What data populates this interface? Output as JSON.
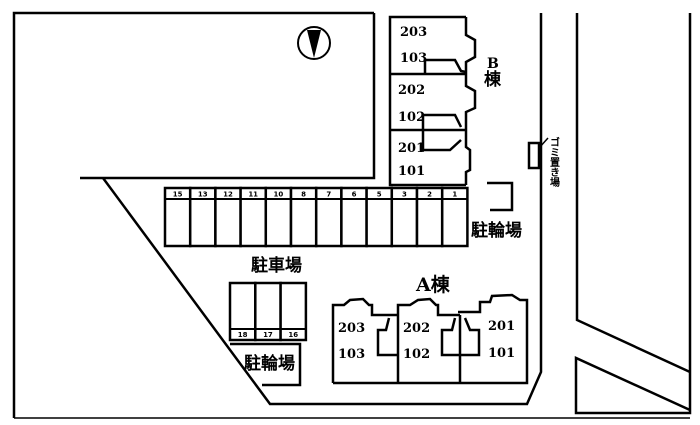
{
  "labels": {
    "parking": "駐車場",
    "bike_parking_b": "駐輪場",
    "bike_parking_a": "駐輪場",
    "building_a": "A棟",
    "building_b_letter": "B",
    "building_b_kanji": "棟",
    "garbage": "ゴミ置き場"
  },
  "parking_top_slots": [
    "15",
    "13",
    "12",
    "11",
    "10",
    "8",
    "7",
    "6",
    "5",
    "3",
    "2",
    "1"
  ],
  "parking_bottom_slots": [
    "18",
    "17",
    "16"
  ],
  "building_b_units": [
    {
      "upper": "203",
      "lower": "103"
    },
    {
      "upper": "202",
      "lower": "102"
    },
    {
      "upper": "201",
      "lower": "101"
    }
  ],
  "building_a_units": [
    {
      "upper": "203",
      "lower": "103"
    },
    {
      "upper": "202",
      "lower": "102"
    },
    {
      "upper": "201",
      "lower": "101"
    }
  ],
  "icons": {
    "compass": "north-arrow-icon"
  }
}
